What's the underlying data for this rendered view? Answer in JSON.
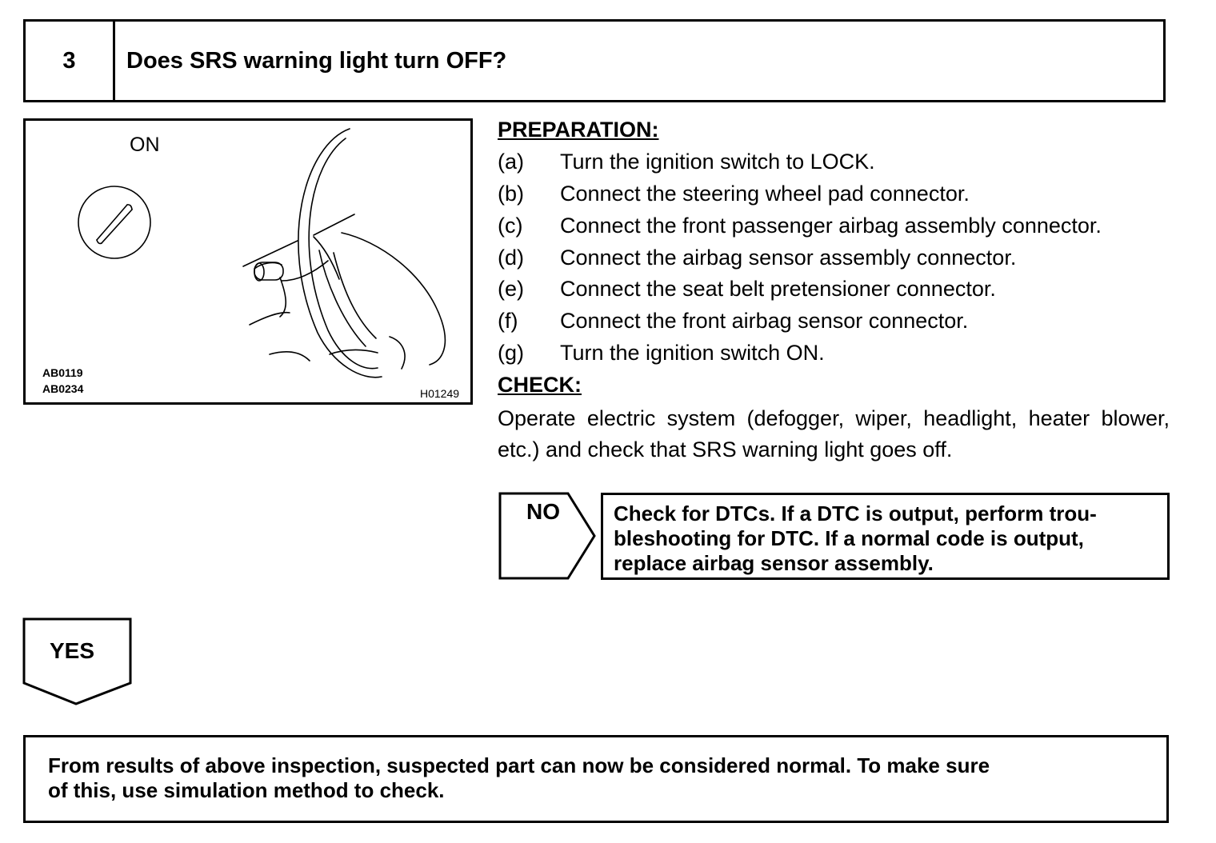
{
  "step": {
    "number": "3",
    "question": "Does SRS warning light turn OFF?"
  },
  "illustration": {
    "switch_label": "ON",
    "ref_codes": [
      "AB0119",
      "AB0234"
    ],
    "figure_code": "H01249"
  },
  "preparation": {
    "heading": "PREPARATION:",
    "steps": [
      {
        "letter": "(a)",
        "text": "Turn the ignition switch to LOCK."
      },
      {
        "letter": "(b)",
        "text": "Connect the steering wheel pad connector."
      },
      {
        "letter": "(c)",
        "text": "Connect the front passenger airbag assembly connector."
      },
      {
        "letter": "(d)",
        "text": "Connect the airbag sensor assembly connector."
      },
      {
        "letter": "(e)",
        "text": "Connect the seat belt pretensioner connector."
      },
      {
        "letter": "(f)",
        "text": "Connect the front airbag sensor connector."
      },
      {
        "letter": "(g)",
        "text": "Turn the ignition switch ON."
      }
    ]
  },
  "check": {
    "heading": "CHECK:",
    "text": "Operate electric system (defogger, wiper, headlight, heater blower, etc.) and check that SRS warning light goes off."
  },
  "no_result": {
    "label": "NO",
    "lines": [
      "Check for DTCs. If a DTC is output, perform trou-",
      "bleshooting for DTC. If a normal code is output,",
      "replace airbag sensor assembly."
    ]
  },
  "yes_result": {
    "label": "YES"
  },
  "footer": {
    "lines": [
      "From results of above inspection, suspected part can now be considered normal. To make sure",
      "of this, use simulation method to check."
    ]
  }
}
